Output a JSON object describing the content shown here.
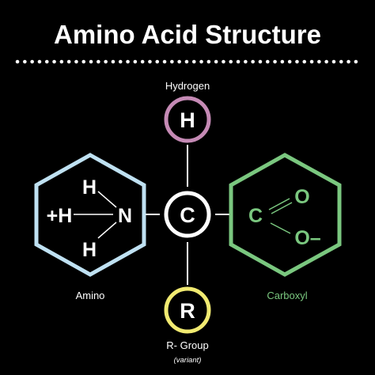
{
  "title": "Amino Acid Structure",
  "colors": {
    "background": "#000000",
    "text": "#ffffff",
    "line": "#ffffff",
    "hydrogen": "#c58ab5",
    "amino": "#bfe1f2",
    "carboxyl": "#7ac77f",
    "r_group": "#f1ea71"
  },
  "hydrogen": {
    "label": "Hydrogen",
    "symbol": "H"
  },
  "center": {
    "symbol": "C"
  },
  "amino": {
    "label": "Amino",
    "symbols": {
      "h_top": "H",
      "h_left": "+H",
      "nitrogen": "N",
      "h_bottom": "H"
    }
  },
  "carboxyl": {
    "label": "Carboxyl",
    "symbols": {
      "carbon": "C",
      "oxygen_top": "O",
      "oxygen_bottom": "O–"
    }
  },
  "r_group": {
    "label": "R- Group",
    "note": "(variant)",
    "symbol": "R"
  }
}
